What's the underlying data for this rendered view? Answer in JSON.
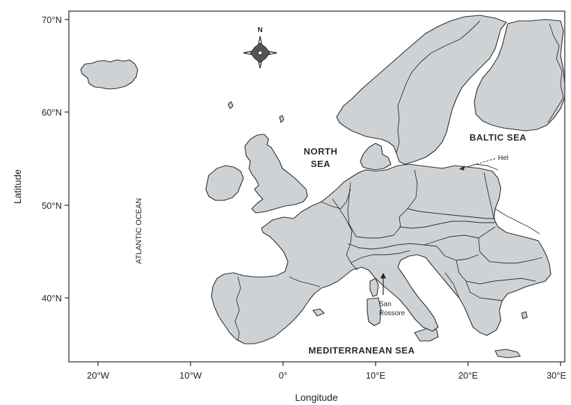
{
  "map": {
    "axes": {
      "xlabel": "Longitude",
      "ylabel": "Latitude",
      "x_ticks": [
        "20°W",
        "10°W",
        "0°",
        "10°E",
        "20°E",
        "30°E"
      ],
      "y_ticks": [
        "70°N",
        "60°N",
        "50°N",
        "40°N"
      ]
    },
    "compass_label": "N",
    "labels": {
      "atlantic": "ATLANTIC OCEAN",
      "north_sea_1": "NORTH",
      "north_sea_2": "SEA",
      "baltic": "BALTIC SEA",
      "mediterranean": "MEDITERRANEAN SEA"
    },
    "sites": [
      {
        "name": "Hel",
        "lon": 18.8,
        "lat": 54.6
      },
      {
        "name_line1": "San",
        "name_line2": "Rossore",
        "lon": 10.3,
        "lat": 43.7
      }
    ],
    "colors": {
      "land": "#cfd2d4",
      "border": "#2b2b2b"
    }
  }
}
